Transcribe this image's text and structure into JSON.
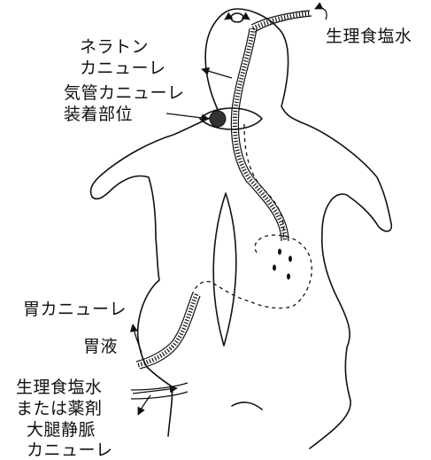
{
  "labels": {
    "saline_top": "生理食塩水",
    "nelaton_line1": "ネラトン",
    "nelaton_line2": "カニューレ",
    "trach_line1": "気管カニューレ",
    "trach_line2": "装着部位",
    "gastric_cannula": "胃カニューレ",
    "gastric_juice": "胃液",
    "saline_bottom_line1": "生理食塩水",
    "saline_bottom_line2": "または薬剤",
    "femoral_line1": "大腿静脈",
    "femoral_line2": "カニューレ"
  },
  "colors": {
    "ink": "#111111",
    "background": "#ffffff"
  }
}
